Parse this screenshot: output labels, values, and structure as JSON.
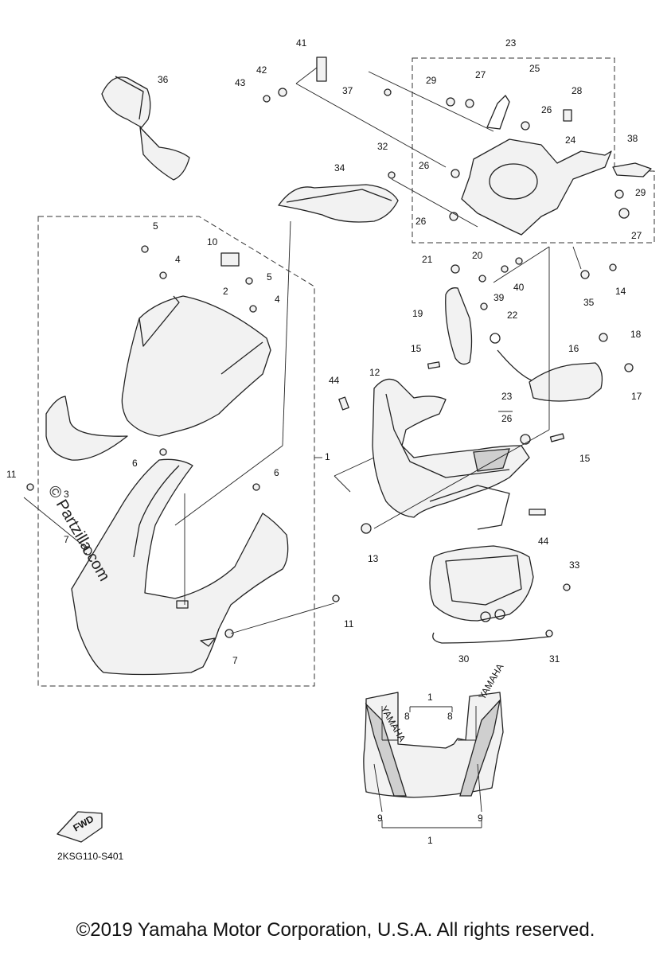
{
  "diagram": {
    "part_numbers": {
      "p1": "1",
      "p2": "2",
      "p3": "3",
      "p4": "4",
      "p5": "5",
      "p6": "6",
      "p7": "7",
      "p8": "8",
      "p9": "9",
      "p10": "10",
      "p11": "11",
      "p12": "12",
      "p13": "13",
      "p14": "14",
      "p15": "15",
      "p16": "16",
      "p17": "17",
      "p18": "18",
      "p19": "19",
      "p20": "20",
      "p21": "21",
      "p22": "22",
      "p23": "23",
      "p24": "24",
      "p25": "25",
      "p26": "26",
      "p27": "27",
      "p28": "28",
      "p29": "29",
      "p30": "30",
      "p31": "31",
      "p32": "32",
      "p33": "33",
      "p34": "34",
      "p35": "35",
      "p36": "36",
      "p37": "37",
      "p38": "38",
      "p39": "39",
      "p40": "40",
      "p41": "41",
      "p42": "42",
      "p43": "43",
      "p44": "44"
    },
    "watermark": "© Partzilla.com",
    "fwd_label": "FWD",
    "decal_text": "YAMAHA",
    "diagram_code": "2KSG110-S401"
  },
  "footer": {
    "copyright": "©2019 Yamaha Motor Corporation, U.S.A. All rights reserved."
  }
}
